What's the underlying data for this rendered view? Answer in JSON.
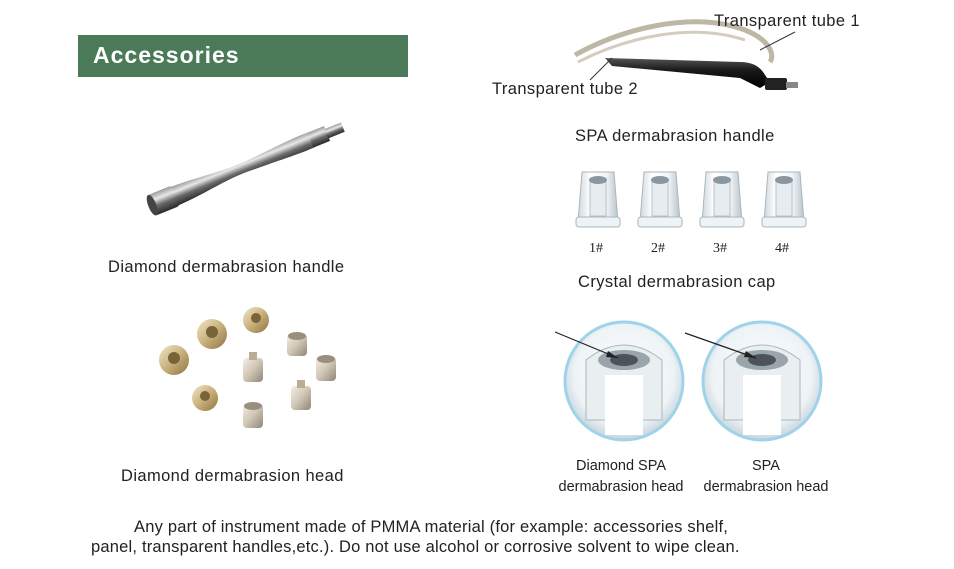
{
  "header": {
    "title": "Accessories",
    "bar_color": "#4a7a58"
  },
  "spa_handle": {
    "tube1_label": "Transparent tube 1",
    "tube2_label": "Transparent tube 2",
    "caption": "SPA dermabrasion handle"
  },
  "diamond_handle": {
    "caption": "Diamond dermabrasion handle"
  },
  "crystal_caps": {
    "numbers": [
      "1#",
      "2#",
      "3#",
      "4#"
    ],
    "caption": "Crystal dermabrasion cap"
  },
  "diamond_head": {
    "caption": "Diamond dermabrasion head"
  },
  "heads_closeup": {
    "left_label_line1": "Diamond SPA",
    "left_label_line2": "dermabrasion head",
    "right_label_line1": "SPA",
    "right_label_line2": "dermabrasion head"
  },
  "note": {
    "line1": "Any part of instrument made of PMMA material (for example: accessories shelf,",
    "line2": "panel, transparent handles,etc.). Do not  use alcohol or corrosive solvent to wipe clean."
  }
}
